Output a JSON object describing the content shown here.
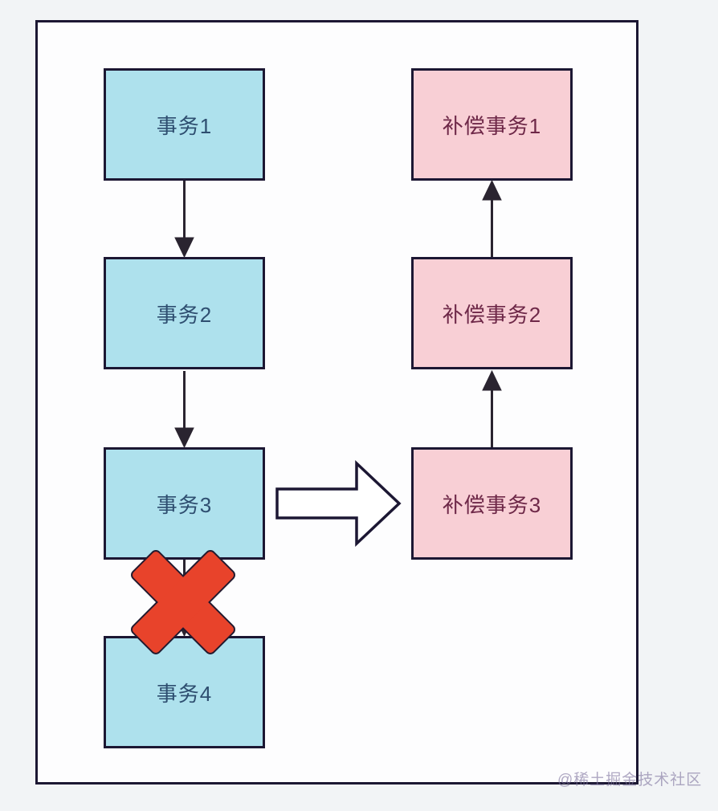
{
  "flow": {
    "transactions": [
      {
        "label": "事务1"
      },
      {
        "label": "事务2"
      },
      {
        "label": "事务3"
      },
      {
        "label": "事务4"
      }
    ],
    "compensations": [
      {
        "label": "补偿事务1"
      },
      {
        "label": "补偿事务2"
      },
      {
        "label": "补偿事务3"
      }
    ],
    "failure_between": [
      "事务3",
      "事务4"
    ],
    "compensate_trigger": {
      "from": "事务3",
      "to": "补偿事务3"
    }
  },
  "icons": {
    "failure_mark": "red-cross-x-icon",
    "compensate_arrow": "hollow-right-block-arrow-icon",
    "flow_arrow_down": "solid-down-arrow",
    "flow_arrow_up": "solid-up-arrow"
  },
  "colors": {
    "transaction_fill": "#aee1ed",
    "transaction_text": "#2e4e70",
    "compensation_fill": "#f8cfd5",
    "compensation_text": "#6e2848",
    "outline": "#1c1733",
    "failure_red": "#e8432b",
    "canvas_bg": "#f2f4f6",
    "frame_bg": "#fdfdfe"
  },
  "watermark": "@稀土掘金技术社区"
}
